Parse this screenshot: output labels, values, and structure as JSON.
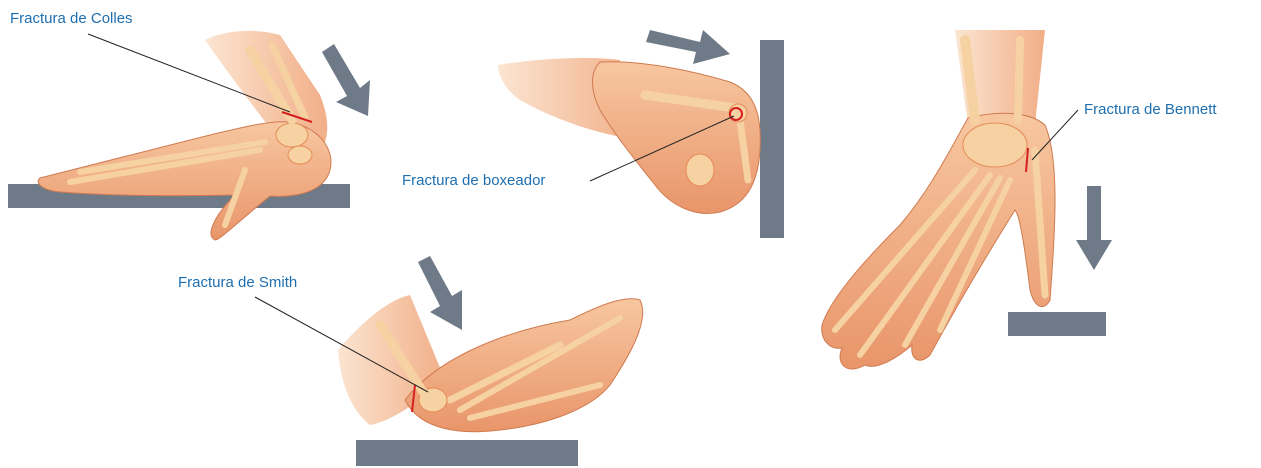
{
  "labels": {
    "colles": "Fractura de Colles",
    "boxer": "Fractura de boxeador",
    "smith": "Fractura de Smith",
    "bennett": "Fractura de Bennett"
  },
  "colors": {
    "label_text": "#1e6fb0",
    "surface": "#6f7a88",
    "arrow": "#6f7a88",
    "skin": "#f2b48a",
    "bone": "#f6d2a2",
    "fracture": "#d42020"
  },
  "panels": [
    {
      "name": "colles-fracture",
      "arrow_direction": "down-right"
    },
    {
      "name": "boxer-fracture",
      "arrow_direction": "right"
    },
    {
      "name": "smith-fracture",
      "arrow_direction": "down-right"
    },
    {
      "name": "bennett-fracture",
      "arrow_direction": "down"
    }
  ]
}
